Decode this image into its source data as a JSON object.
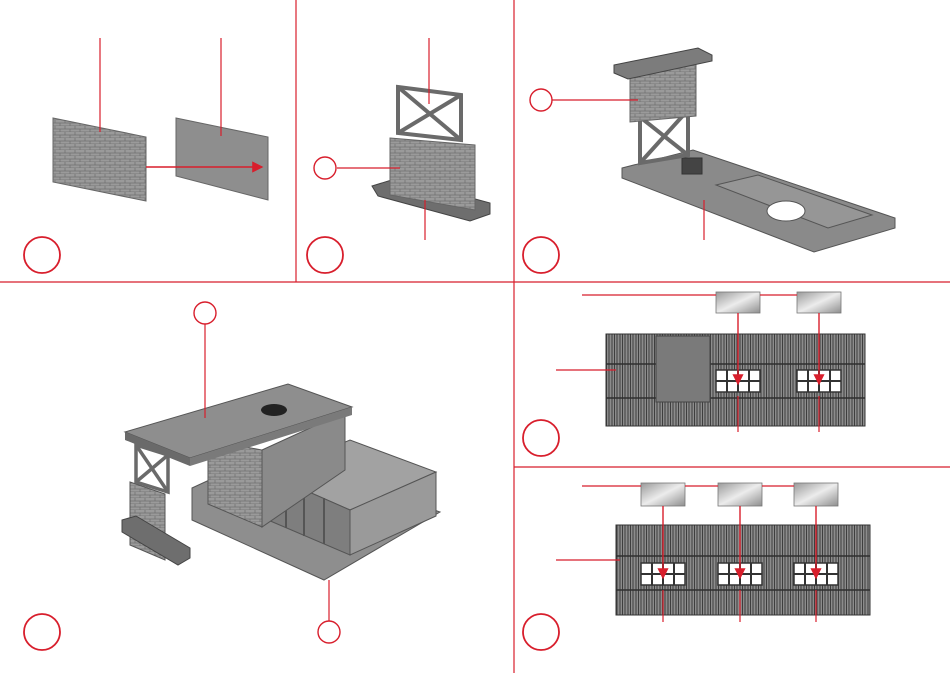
{
  "sheet": {
    "accent_color": "#d81e2c",
    "part_color": "#8a8a8a",
    "panel_count": 6
  },
  "panels": [
    {
      "id": "step-1",
      "step_number": "",
      "callouts": 0
    },
    {
      "id": "step-2",
      "step_number": "",
      "callouts": 1
    },
    {
      "id": "step-3",
      "step_number": "",
      "callouts": 1
    },
    {
      "id": "step-4",
      "step_number": "",
      "callouts": 1
    },
    {
      "id": "step-5",
      "step_number": "",
      "callouts": 0
    },
    {
      "id": "step-6",
      "step_number": "",
      "callouts": 0
    }
  ],
  "icons": [
    "brick-wall-panel",
    "gantry-frame",
    "platform-base",
    "station-building",
    "windowed-wall",
    "glazing-insert",
    "arrow"
  ]
}
